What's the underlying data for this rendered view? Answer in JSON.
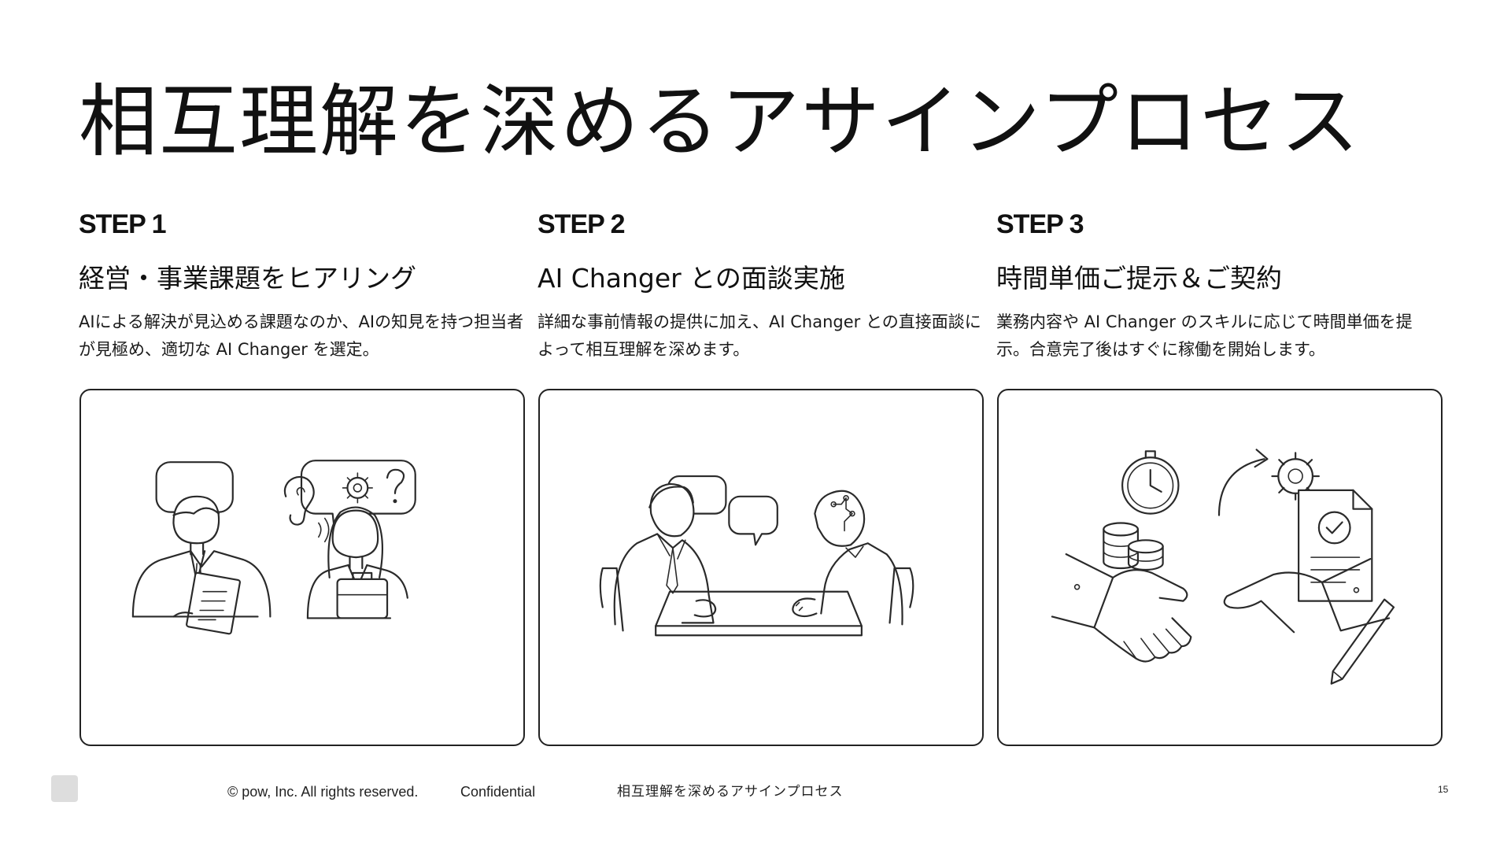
{
  "slide": {
    "title": "相互理解を深めるアサインプロセス"
  },
  "steps": [
    {
      "label": "STEP 1",
      "heading": "経営・事業課題をヒアリング",
      "description": "AIによる解決が見込める課題なのか、AIの知見を持つ担当者が見極め、適切な AI Changer を選定。",
      "illustration": "hearing-illustration"
    },
    {
      "label": "STEP 2",
      "heading": "AI Changer との面談実施",
      "description": "詳細な事前情報の提供に加え、AI Changer との直接面談によって相互理解を深めます。",
      "illustration": "interview-illustration"
    },
    {
      "label": "STEP 3",
      "heading": "時間単価ご提示＆ご契約",
      "description": "業務内容や AI Changer のスキルに応じて時間単価を提示。合意完了後はすぐに稼働を開始します。",
      "illustration": "contract-illustration"
    }
  ],
  "footer": {
    "copyright": "© pow, Inc. All rights reserved.",
    "confidential": "Confidential",
    "title": "相互理解を深めるアサインプロセス",
    "page_number": "15"
  },
  "colors": {
    "text": "#111111",
    "border": "#222222",
    "logo_placeholder": "#dddddd",
    "background": "#ffffff"
  }
}
